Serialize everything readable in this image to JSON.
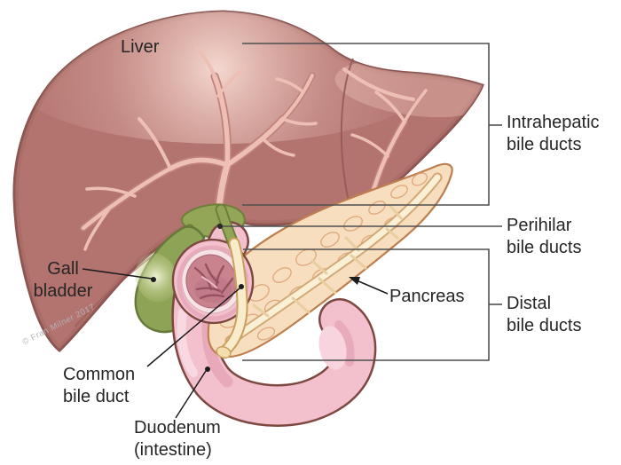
{
  "labels": {
    "liver": "Liver",
    "gall_bladder": {
      "line1": "Gall",
      "line2": "bladder"
    },
    "common_bile_duct": {
      "line1": "Common",
      "line2": "bile duct"
    },
    "duodenum": {
      "line1": "Duodenum",
      "line2": "(intestine)"
    },
    "pancreas": "Pancreas",
    "intrahepatic": {
      "line1": "Intrahepatic",
      "line2": "bile ducts"
    },
    "perihilar": {
      "line1": "Perihilar",
      "line2": "bile ducts"
    },
    "distal": {
      "line1": "Distal",
      "line2": "bile ducts"
    }
  },
  "credit": "© Fran Milner 2017",
  "colors": {
    "background": "#ffffff",
    "liver_fill": "#b3736f",
    "liver_outline": "#8a5450",
    "liver_vessels": "#eec0b5",
    "gallbladder_fill": "#8da457",
    "gallbladder_outline": "#66793a",
    "hilar_duct_green": "#93a557",
    "bile_duct_fill": "#f8ecca",
    "bile_duct_outline": "#c9a05e",
    "pancreas_fill": "#f7debf",
    "pancreas_outline": "#bd7f50",
    "pancreas_texture": "#dfa87b",
    "duodenum_fill": "#f3c0cd",
    "duodenum_outline": "#7c4840",
    "duodenum_lumen": "#c9838f",
    "label_text": "#262626",
    "leader_line": "#1c1c1c",
    "bracket_line": "#4f4f4f",
    "credit_text": "#b3b1b6"
  }
}
